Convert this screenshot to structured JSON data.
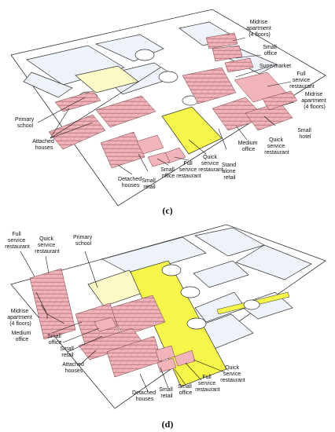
{
  "panels": [
    {
      "id": "c",
      "caption": "(c)",
      "labels": [
        {
          "key": "midrise_top",
          "lines": [
            "Midrise",
            "apartment",
            "(4 floors)"
          ]
        },
        {
          "key": "small_office_top",
          "lines": [
            "Small",
            "office"
          ]
        },
        {
          "key": "supermarket",
          "lines": [
            "Supermarket"
          ]
        },
        {
          "key": "full_service_right",
          "lines": [
            "Full",
            "service",
            "restaurant"
          ]
        },
        {
          "key": "midrise_right",
          "lines": [
            "Midrise",
            "apartment",
            "(4 floors)"
          ]
        },
        {
          "key": "small_hotel",
          "lines": [
            "Small",
            "hotel"
          ]
        },
        {
          "key": "quick_service_right",
          "lines": [
            "Quick",
            "service",
            "restaurant"
          ]
        },
        {
          "key": "medium_office",
          "lines": [
            "Medium",
            "office"
          ]
        },
        {
          "key": "standalone_retail",
          "lines": [
            "Stand",
            "alone",
            "retail"
          ]
        },
        {
          "key": "quick_service_bottom",
          "lines": [
            "Quick",
            "service",
            "restaurant"
          ]
        },
        {
          "key": "full_service_bottom",
          "lines": [
            "Full",
            "service",
            "restaurant"
          ]
        },
        {
          "key": "small_office_bottom",
          "lines": [
            "Small",
            "office"
          ]
        },
        {
          "key": "small_retail",
          "lines": [
            "Small",
            "retail"
          ]
        },
        {
          "key": "detached_houses",
          "lines": [
            "Detached",
            "houses"
          ]
        },
        {
          "key": "attached_houses",
          "lines": [
            "Attached",
            "houses"
          ]
        },
        {
          "key": "primary_school",
          "lines": [
            "Primary",
            "school"
          ]
        }
      ]
    },
    {
      "id": "d",
      "caption": "(d)",
      "labels": [
        {
          "key": "full_service_top",
          "lines": [
            "Full",
            "service",
            "restaurant"
          ]
        },
        {
          "key": "quick_service_top",
          "lines": [
            "Quick",
            "service",
            "restaurant"
          ]
        },
        {
          "key": "primary_school",
          "lines": [
            "Primary",
            "school"
          ]
        },
        {
          "key": "midrise",
          "lines": [
            "Midrise",
            "apartment",
            "(4 floors)"
          ]
        },
        {
          "key": "medium_office",
          "lines": [
            "Medium",
            "office"
          ]
        },
        {
          "key": "small_office_left",
          "lines": [
            "Small",
            "office"
          ]
        },
        {
          "key": "small_retail_left",
          "lines": [
            "Small",
            "retail"
          ]
        },
        {
          "key": "attached_houses",
          "lines": [
            "Attached",
            "houses"
          ]
        },
        {
          "key": "detached_houses",
          "lines": [
            "Detached",
            "houses"
          ]
        },
        {
          "key": "small_retail_bottom",
          "lines": [
            "Small",
            "retail"
          ]
        },
        {
          "key": "small_office_bottom",
          "lines": [
            "Small",
            "office"
          ]
        },
        {
          "key": "full_service_bottom",
          "lines": [
            "Full",
            "service",
            "restaurant"
          ]
        },
        {
          "key": "quick_service_bottom",
          "lines": [
            "Quick",
            "service",
            "restaurant"
          ]
        }
      ]
    }
  ],
  "colors": {
    "outline": "#333333",
    "block_fill": "#eef3fa",
    "building_roof": "#f2b4bb",
    "building_wall": "#c98a8f",
    "building_base": "#8aa36a",
    "park_bright": "#f5f54a",
    "park_pale": "#fbf9c6"
  }
}
